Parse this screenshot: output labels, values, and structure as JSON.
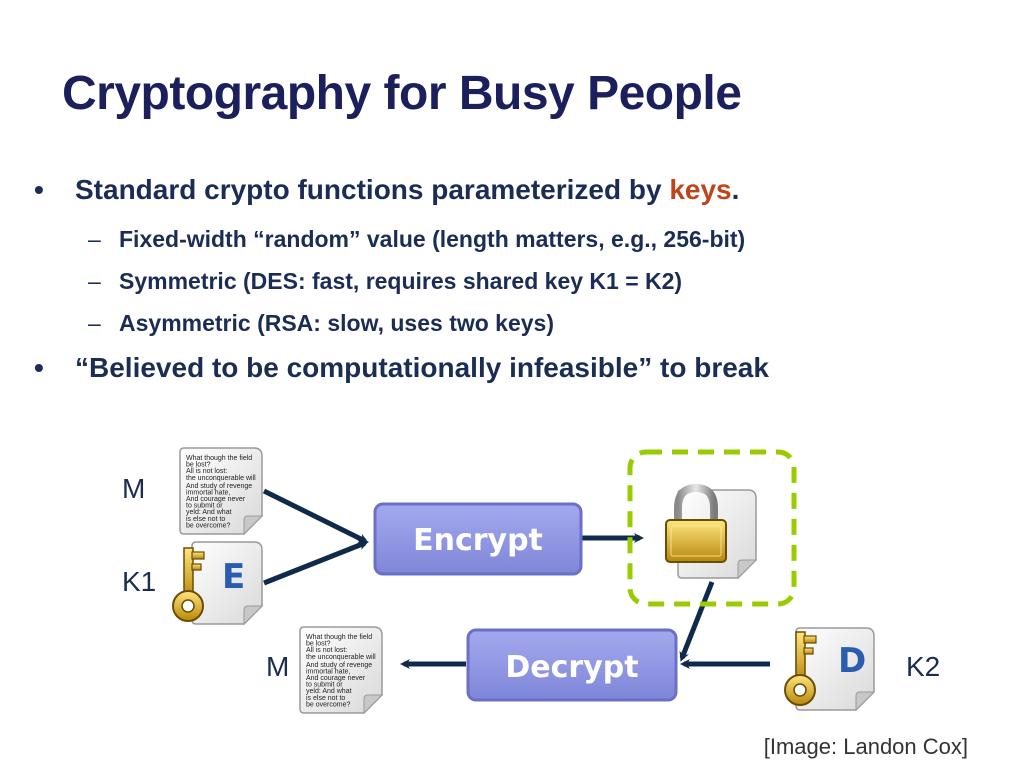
{
  "slide": {
    "title": "Cryptography for Busy People",
    "bullets": [
      {
        "marker": "•",
        "text_before": "Standard crypto functions parameterized by ",
        "keyword": "keys",
        "text_after": ".",
        "subitems": [
          {
            "marker": "–",
            "text": "Fixed-width “random” value (length matters, e.g., 256-bit)"
          },
          {
            "marker": "–",
            "text": "Symmetric (DES: fast, requires shared key K1 = K2)"
          },
          {
            "marker": "–",
            "text": "Asymmetric (RSA: slow, uses two keys)"
          }
        ]
      },
      {
        "marker": "•",
        "text": "“Believed to be computationally infeasible” to break"
      }
    ],
    "colors": {
      "title": "#1b1f5b",
      "body": "#1b2d55",
      "keyword": "#c0441a",
      "process_box": "#8c92e0",
      "dashed_outline": "#99cc00",
      "arrow": "#0f2a4a"
    }
  },
  "diagram": {
    "message_in_label": "M",
    "key1_label": "K1",
    "key1_letter": "E",
    "encrypt_label": "Encrypt",
    "decrypt_label": "Decrypt",
    "message_out_label": "M",
    "key2_label": "K2",
    "key2_letter": "D",
    "document_lines": [
      "What though the field",
      "be lost?",
      "All is not lost:",
      "the unconquerable will",
      "",
      "And study of revenge",
      "immortal hate,",
      "And courage never",
      "to submit or",
      "yeld: And what",
      "is else not to",
      "be overcome?"
    ],
    "icons": {
      "message_document": "document-icon",
      "key_document": "key-icon",
      "locked_document": "padlock-icon"
    }
  },
  "credit": "[Image: Landon Cox]"
}
